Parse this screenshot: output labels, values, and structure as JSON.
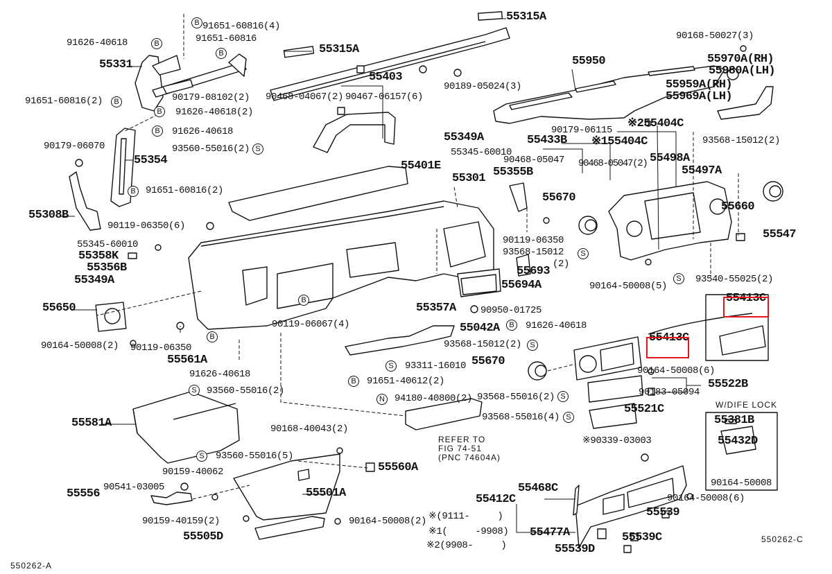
{
  "diagram": {
    "title": "Instrument panel parts diagram",
    "highlight_color": "#e8141c",
    "figure_ids": {
      "left": "550262-A",
      "right": "550262-C"
    }
  },
  "markers": {
    "B": "B",
    "S": "S",
    "N": "N"
  },
  "labels": {
    "l91651_60816_4": "91651-60816(4)",
    "l91626_40618_a": "91626-40618",
    "l91651_60816_a": "91651-60816",
    "l55331": "55331",
    "l55315A_a": "55315A",
    "l55315A_b": "55315A",
    "l55403": "55403",
    "l90179_08102": "90179-08102(2)",
    "l91651_60816_2a": "91651-60816(2)",
    "l90468_04067": "90468-04067(2)",
    "l90467_06157": "90467-06157(6)",
    "l90189_05024": "90189-05024(3)",
    "l91626_40618_2": "91626-40618(2)",
    "l55950": "55950",
    "l90168_50027": "90168-50027(3)",
    "l55970A": "55970A(RH)",
    "l55980A": "55980A(LH)",
    "l55959A": "55959A(RH)",
    "l55969A": "55969A(LH)",
    "l91626_40618_b": "91626-40618",
    "l90179_06070": "90179-06070",
    "l55354": "55354",
    "l93560_55016_2a": "93560-55016(2)",
    "l90179_06115": "90179-06115",
    "l255404C": "※255404C",
    "l55349A_a": "55349A",
    "l55345_60010_a": "55345-60010",
    "l55433B": "55433B",
    "l155404C": "※155404C",
    "l93568_15012_2a": "93568-15012(2)",
    "l90468_05047": "90468-05047",
    "l90468_05047_2": "90468-05047(2)",
    "l55498A": "55498A",
    "l55497A": "55497A",
    "l55401E": "55401E",
    "l55355B": "55355B",
    "l55301": "55301",
    "l91651_60816_2b": "91651-60816(2)",
    "l55308B": "55308B",
    "l55670_a": "55670",
    "l55660": "55660",
    "l90119_06350_6": "90119-06350(6)",
    "l90119_06350_a": "90119-06350",
    "l55547": "55547",
    "l55345_60010_b": "55345-60010",
    "l55358K": "55358K",
    "l55356B": "55356B",
    "l55349A_b": "55349A",
    "l93568_15012_b": "93568-15012",
    "l93568_15012_b2": "(2)",
    "l55693": "55693",
    "l55694A": "55694A",
    "l90164_50008_5": "90164-50008(5)",
    "l93540_55025": "93540-55025(2)",
    "l55650": "55650",
    "l90950_01725": "90950-01725",
    "l90119_06067": "90119-06067(4)",
    "l91626_40618_c": "91626-40618",
    "l55357A": "55357A",
    "l55042A": "55042A",
    "l55413C_a": "55413C",
    "l55413C_b": "55413C",
    "l90164_50008_2a": "90164-50008(2)",
    "l90119_06350_b": "90119-06350",
    "l93568_15012_2c": "93568-15012(2)",
    "l55561A": "55561A",
    "l93311_16010": "93311-16010",
    "l55670_b": "55670",
    "l90164_50008_6a": "90164-50008(6)",
    "l91626_40618_d": "91626-40618",
    "l91651_40612": "91651-40612(2)",
    "l55522B": "55522B",
    "l93560_55016_2b": "93560-55016(2)",
    "l90183_05094": "90183-05094",
    "l94180_40800": "94180-40800(2)",
    "l93568_55016_2": "93568-55016(2)",
    "lWDIFE": "W/DIFE LOCK",
    "l55521C": "55521C",
    "l55581A": "55581A",
    "l93568_55016_4": "93568-55016(4)",
    "l55381B": "55381B",
    "lRefer1": "REFER TO",
    "lRefer2": "FIG 74-51",
    "lRefer3": "(PNC 74604A)",
    "l90168_40043": "90168-40043(2)",
    "l90339_03003": "※90339-03003",
    "l55432D": "55432D",
    "l93560_55016_5": "93560-55016(5)",
    "l55560A": "55560A",
    "l90159_40062": "90159-40062",
    "l90164_50008_b": "90164-50008",
    "l90541_03005": "90541-03005",
    "l55556": "55556",
    "l55501A": "55501A",
    "l55468C": "55468C",
    "l55412C": "55412C",
    "l90164_50008_6b": "90164-50008(6)",
    "l90159_40159": "90159-40159(2)",
    "l90164_50008_2b": "90164-50008(2)",
    "lNote0": "※(9111-     )",
    "l55539": "55539",
    "lNote1": "※1(     -9908)",
    "l55477A": "55477A",
    "l55539C": "55539C",
    "l55505D": "55505D",
    "lNote2": "※2(9908-     )",
    "l55539D": "55539D",
    "lFigA": "550262-A",
    "lFigC": "550262-C"
  }
}
